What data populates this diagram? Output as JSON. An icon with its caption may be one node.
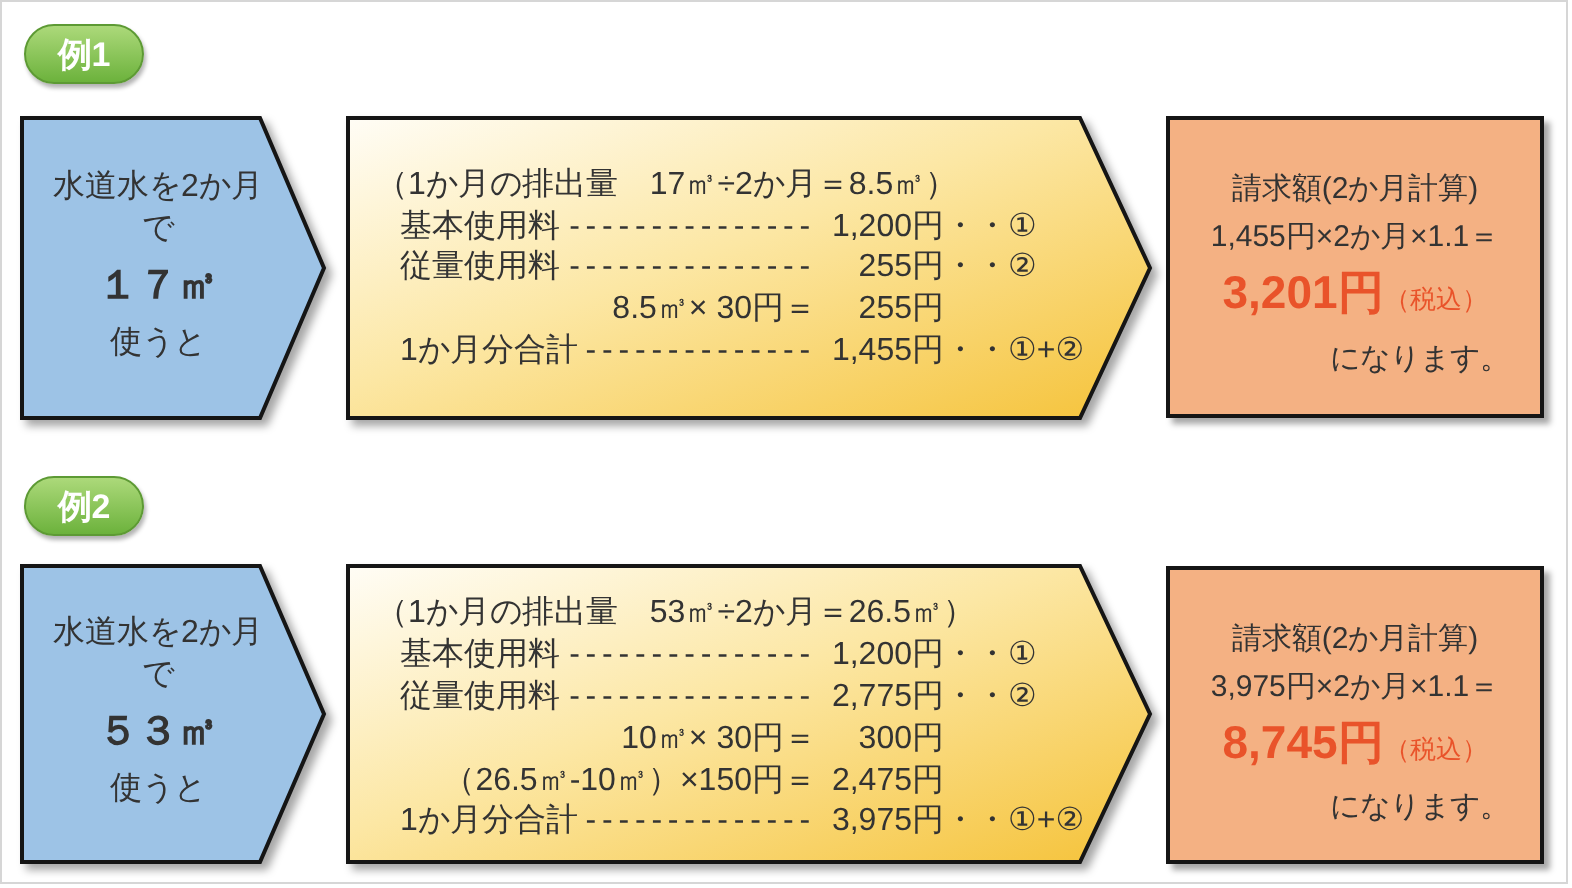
{
  "diagram": {
    "nodes": [
      {
        "text": [
          "例1"
        ]
      },
      {
        "text": [
          "水道水を2か月で",
          "１７㎥",
          "使うと"
        ]
      },
      {
        "text": [
          "（1か月の排出量　17㎥÷2か月＝8.5㎥）",
          "基本使用料",
          "---------------",
          "1,200円",
          "・・①",
          "従量使用料",
          "---------------",
          "255円",
          "・・②",
          "8.5㎥× 30円＝",
          "255円",
          "1か月分合計",
          "--------------",
          "1,455円",
          "・・①+②"
        ]
      },
      {
        "text": [
          "請求額(2か月計算)",
          "1,455円×2か月×1.1＝",
          "3,201円",
          "（税込）",
          "になります。"
        ]
      },
      {
        "text": [
          "例2"
        ]
      },
      {
        "text": [
          "水道水を2か月で",
          "５３㎥",
          "使うと"
        ]
      },
      {
        "text": [
          "（1か月の排出量　53㎥÷2か月＝26.5㎥）",
          "基本使用料",
          "---------------",
          "1,200円",
          "・・①",
          "従量使用料",
          "---------------",
          "2,775円",
          "・・②",
          "10㎥× 30円＝",
          "300円",
          "（26.5㎥-10㎥）×150円＝",
          "2,475円",
          "1か月分合計",
          "--------------",
          "3,975円",
          "・・①+②"
        ]
      },
      {
        "text": [
          "請求額(2か月計算)",
          "3,975円×2か月×1.1＝",
          "8,745円",
          "（税込）",
          "になります。"
        ]
      }
    ]
  }
}
